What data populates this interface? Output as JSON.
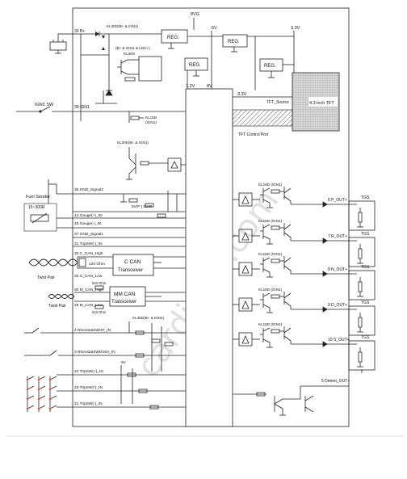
{
  "watermark": "cardiagn.com",
  "top": {
    "b30": "30 B+",
    "kl30d": "KL30D(B+ & IGN1)",
    "ign_ldc": "(B+ & IGN1 & LDC+)",
    "kl30g": "KL30G",
    "reg": "REG.",
    "v8": "8VG",
    "v5": "5V",
    "v33": "3.3V",
    "v12": "1.2V",
    "v8b": "8V",
    "v33b": "3.3V"
  },
  "ign": {
    "sw": "IGN1 SW",
    "pin": "39 IGN1",
    "kl15d": "KL15D",
    "kl15d_sub": "(IGN1)"
  },
  "kl30e": "KL30E(B+ & IGN1)",
  "tft": {
    "source": "TFT_Source",
    "display": "4.3 inch TFT",
    "port": "TFT Control Port"
  },
  "fuel": {
    "sensor": "Fuel Sender",
    "range": "15~300R",
    "gnd": "36 GND_Signal2",
    "gauge_pos": "14 Gauge(+)_IN",
    "gauge_neg": "16 Gauge(-)_IN",
    "pullup": "5V/P | 110R",
    "gnd1": "37 GND_Signal1",
    "trip_neg": "31 TripSW(-)_IN"
  },
  "ccan": {
    "high": "32 C_CAN_High",
    "ohm": "120 Ohm",
    "low": "33 C_CAN_Low",
    "chip1": "C CAN",
    "chip2": "Transceiver",
    "pair": "Twist Pair"
  },
  "mmcan": {
    "high": "30 M_CAN_High",
    "low": "29 M_CAN_Low",
    "res1": "510 Ohm",
    "res2": "510 Ohm",
    "chip1": "MM CAN",
    "chip2": "Transceiver",
    "pair": "Twist Pair"
  },
  "inputs": {
    "kl30d": "KL30D(B+ & IGN1)",
    "rheo_up": "4 RheostatSWUP_IN",
    "rheo_down": "3 RheostatSWDown_IN",
    "trip_pos": "22 TripSW(+)_IN",
    "trip_sw": "23 TripSW(*)_IN",
    "trip_neg": "21 TripSW(-)_IN",
    "v5": "5V"
  },
  "outputs": [
    {
      "kl": "KL15D (IGN1)",
      "pin": "6 P_OUT+",
      "tgs": "TGS"
    },
    {
      "kl": "KL15D (IGN1)",
      "pin": "7 R_OUT+",
      "tgs": "TGS"
    },
    {
      "kl": "KL15D (IGN1)",
      "pin": "8 N_OUT+",
      "tgs": "TGS"
    },
    {
      "kl": "KL15D (IGN1)",
      "pin": "9 D_OUT+",
      "tgs": "TGS"
    },
    {
      "kl": "KL15D (IGN1)",
      "pin": "10 S_OUT+",
      "tgs": "TGS"
    }
  ],
  "detent": "5 Detent_OUT+"
}
